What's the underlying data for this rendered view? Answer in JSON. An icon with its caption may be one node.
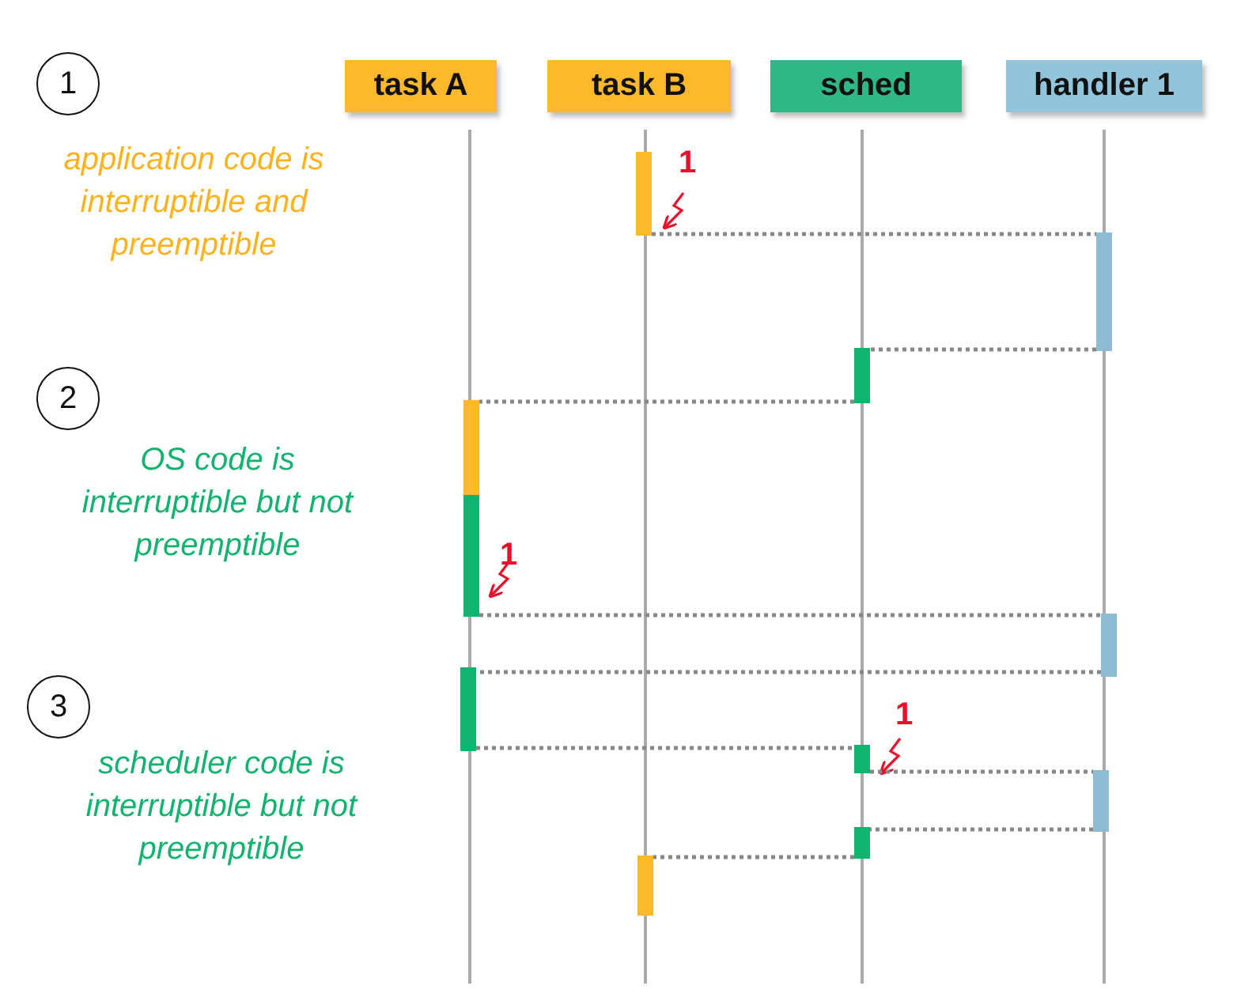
{
  "diagram": {
    "nodes": [
      {
        "text": [
          "1"
        ]
      },
      {
        "text": [
          "task A"
        ]
      },
      {
        "text": [
          "task B"
        ]
      },
      {
        "text": [
          "sched"
        ]
      },
      {
        "text": [
          "handler 1"
        ]
      },
      {
        "text": [
          "2"
        ]
      },
      {
        "text": [
          "3"
        ]
      },
      {
        "text": [],
        "shape": "bar"
      },
      {
        "text": [],
        "shape": "bar"
      },
      {
        "text": [],
        "shape": "bar"
      },
      {
        "text": [],
        "shape": "bar"
      },
      {
        "text": [],
        "shape": "bar"
      },
      {
        "text": [],
        "shape": "bar"
      },
      {
        "text": [],
        "shape": "bar"
      },
      {
        "text": [],
        "shape": "bar"
      },
      {
        "text": [],
        "shape": "bar"
      },
      {
        "text": [],
        "shape": "bar"
      },
      {
        "text": [],
        "shape": "bar"
      }
    ],
    "edges": [
      {
        "from": 7,
        "to": 8,
        "arrow": "none"
      },
      {
        "from": 8,
        "to": 9,
        "arrow": "none"
      },
      {
        "from": 9,
        "to": 10,
        "arrow": "none"
      },
      {
        "from": 11,
        "to": 12,
        "arrow": "none"
      },
      {
        "from": 12,
        "to": 13,
        "arrow": "none"
      },
      {
        "from": 13,
        "to": 14,
        "arrow": "none"
      },
      {
        "from": 14,
        "to": 15,
        "arrow": "none"
      },
      {
        "from": 15,
        "to": 16,
        "arrow": "none"
      },
      {
        "from": 16,
        "to": 17,
        "arrow": "none"
      }
    ],
    "labels": [
      "application code is interruptible and preemptible",
      "1",
      "OS code is interruptible but not preemptible",
      "1",
      "1",
      "scheduler code is interruptible but not preemptible"
    ]
  }
}
